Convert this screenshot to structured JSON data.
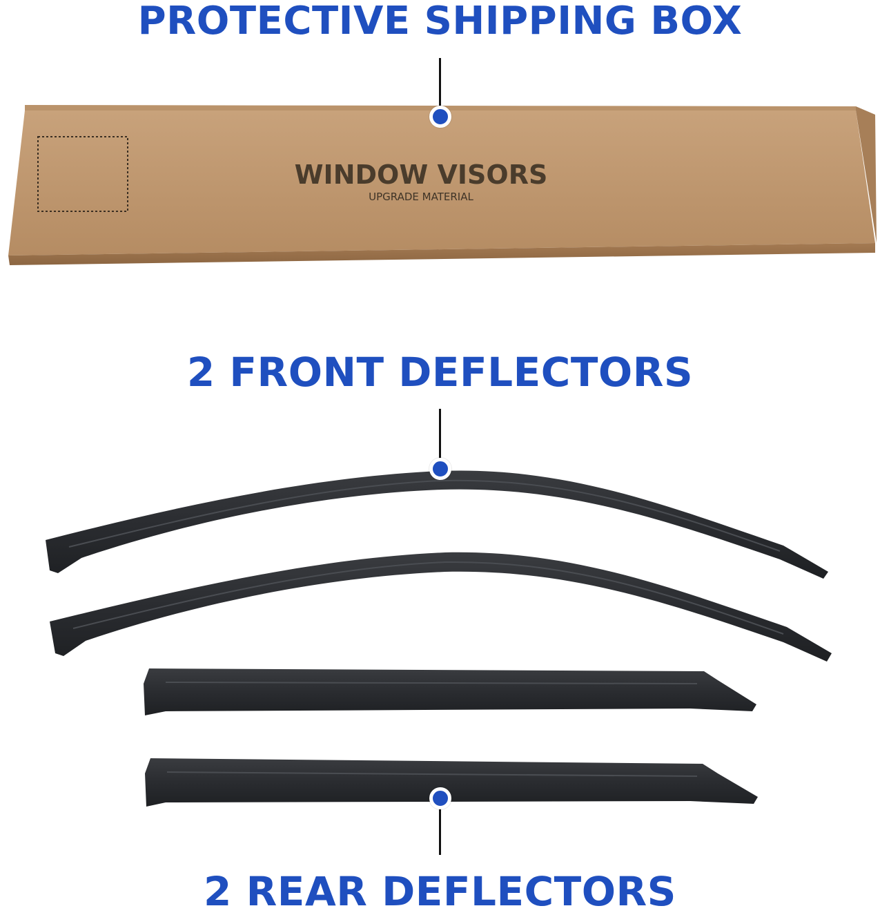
{
  "labels": {
    "box": "PROTECTIVE SHIPPING BOX",
    "front": "2 FRONT DEFLECTORS",
    "rear": "2 REAR DEFLECTORS"
  },
  "box_print": {
    "title": "WINDOW VISORS",
    "subtitle": "UPGRADE MATERIAL"
  },
  "colors": {
    "label_blue": "#1f4fbf",
    "cardboard": "#c9a27a",
    "deflector": "#2b2d30"
  },
  "items": {
    "front_deflector_count": 2,
    "rear_deflector_count": 2
  }
}
